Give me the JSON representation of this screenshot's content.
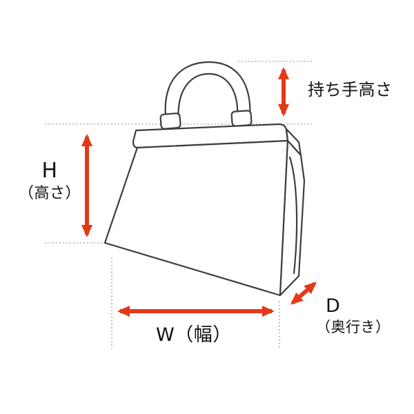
{
  "title": "bag-dimension-diagram",
  "labels": {
    "handle_height": "持ち手高さ",
    "height_letter": "H",
    "height_paren": "（高さ）",
    "width": "W（幅）",
    "depth_letter": "D",
    "depth_paren": "（奥行き）"
  },
  "colors": {
    "arrow": "#e23917",
    "outline": "#3d3d3d",
    "guide": "#9a9a9a",
    "background": "#ffffff",
    "text": "#111111"
  }
}
